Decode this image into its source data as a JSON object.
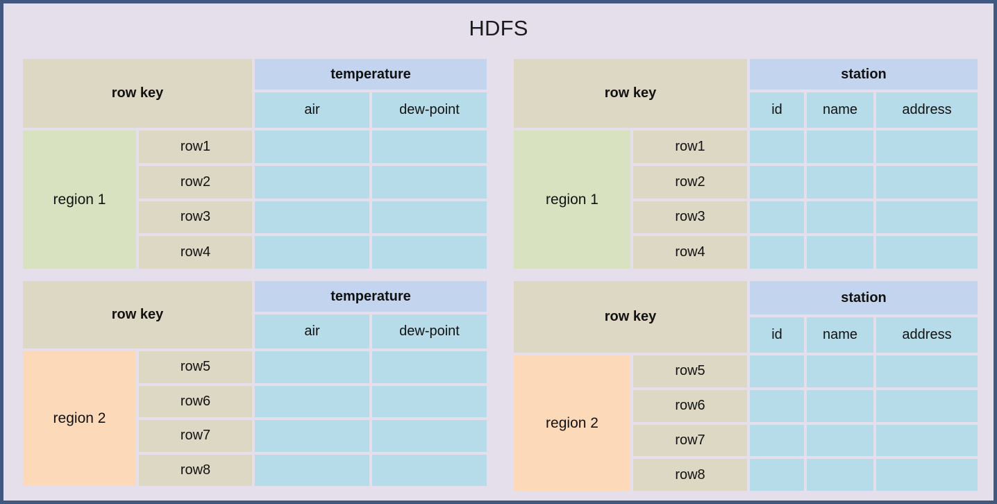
{
  "diagram": {
    "title": "HDFS",
    "background_color": "#e5dfeb",
    "border_color": "#41597f"
  },
  "palette": {
    "rowkey_tan": "#ddd8c4",
    "family_periwinkle": "#c3d4ee",
    "cell_blue": "#b5dce8",
    "region1_green": "#d9e2c0",
    "region2_peach": "#fcd9b8"
  },
  "labels": {
    "row_key": "row key"
  },
  "tables": [
    {
      "id": "temperature-region-1",
      "position": "top-left",
      "row_key_header": "row key",
      "family": "temperature",
      "qualifiers": [
        "air",
        "dew-point"
      ],
      "region_label": "region 1",
      "region_color": "#d9e2c0",
      "rows": [
        "row1",
        "row2",
        "row3",
        "row4"
      ]
    },
    {
      "id": "station-region-1",
      "position": "top-right",
      "row_key_header": "row key",
      "family": "station",
      "qualifiers": [
        "id",
        "name",
        "address"
      ],
      "region_label": "region 1",
      "region_color": "#d9e2c0",
      "rows": [
        "row1",
        "row2",
        "row3",
        "row4"
      ]
    },
    {
      "id": "temperature-region-2",
      "position": "bottom-left",
      "row_key_header": "row key",
      "family": "temperature",
      "qualifiers": [
        "air",
        "dew-point"
      ],
      "region_label": "region 2",
      "region_color": "#fcd9b8",
      "rows": [
        "row5",
        "row6",
        "row7",
        "row8"
      ]
    },
    {
      "id": "station-region-2",
      "position": "bottom-right",
      "row_key_header": "row key",
      "family": "station",
      "qualifiers": [
        "id",
        "name",
        "address"
      ],
      "region_label": "region 2",
      "region_color": "#fcd9b8",
      "rows": [
        "row5",
        "row6",
        "row7",
        "row8"
      ]
    }
  ]
}
